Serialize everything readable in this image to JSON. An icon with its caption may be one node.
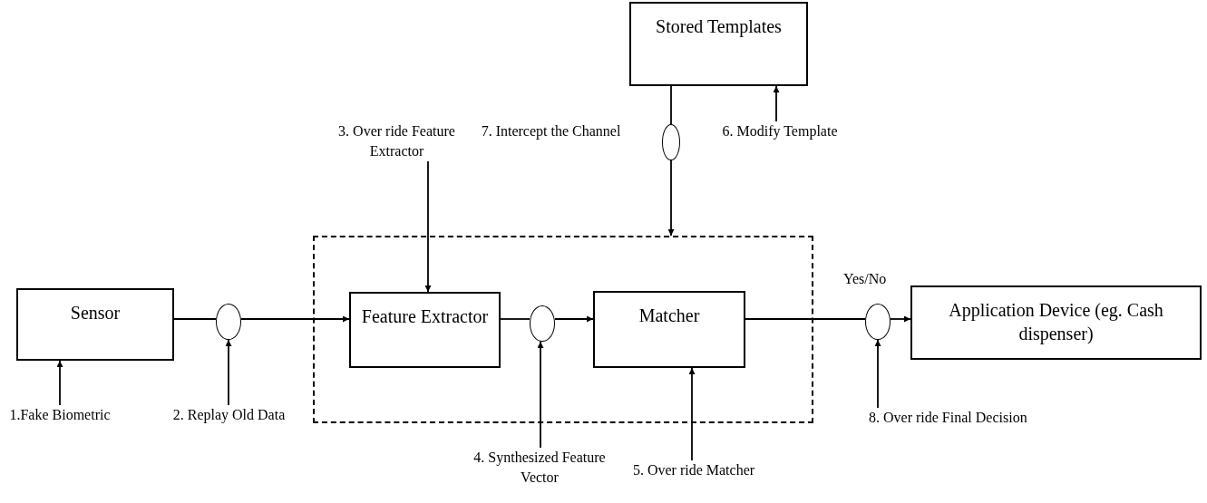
{
  "diagram": {
    "nodes": [
      {
        "text": [
          "Stored Templates"
        ]
      },
      {
        "text": [
          "3. Over ride Feature Extractor"
        ]
      },
      {
        "text": [
          "6. Modify Template"
        ]
      },
      {
        "text": [],
        "shape": "circle"
      },
      {
        "text": [],
        "shape": "box"
      },
      {
        "text": [
          "Sensor"
        ]
      },
      {
        "text": [],
        "shape": "circle"
      },
      {
        "text": [
          "Feature Extractor"
        ],
        "in": 4
      },
      {
        "text": [],
        "shape": "circle",
        "in": 4
      },
      {
        "text": [
          "Matcher"
        ],
        "in": 4
      },
      {
        "text": [],
        "shape": "circle"
      },
      {
        "text": [
          "Application Device (eg. Cash dispenser)"
        ]
      },
      {
        "text": [
          "1.Fake Biometric"
        ]
      },
      {
        "text": [
          "2. Replay Old Data"
        ]
      },
      {
        "text": [
          "4. Synthesized Feature Vector"
        ]
      },
      {
        "text": [
          "5. Over ride Matcher"
        ]
      },
      {
        "text": [
          "8. Over ride Final Decision"
        ]
      }
    ],
    "edges": [
      {
        "from": 0,
        "to": 3,
        "arrow": "none"
      },
      {
        "from": 3,
        "to": 4,
        "arrow": "to"
      },
      {
        "from": 2,
        "to": 0,
        "arrow": "to"
      },
      {
        "from": 1,
        "to": 7,
        "arrow": "to"
      },
      {
        "from": 5,
        "to": 6,
        "arrow": "none"
      },
      {
        "from": 6,
        "to": 7,
        "arrow": "to"
      },
      {
        "from": 7,
        "to": 8,
        "arrow": "none"
      },
      {
        "from": 8,
        "to": 9,
        "arrow": "to"
      },
      {
        "from": 9,
        "to": 10,
        "arrow": "none"
      },
      {
        "from": 10,
        "to": 11,
        "arrow": "to",
        "label": "Yes/No"
      },
      {
        "from": 12,
        "to": 5,
        "arrow": "to"
      },
      {
        "from": 13,
        "to": 6,
        "arrow": "to"
      },
      {
        "from": 14,
        "to": 8,
        "arrow": "to"
      },
      {
        "from": 15,
        "to": 9,
        "arrow": "to"
      },
      {
        "from": 16,
        "to": 10,
        "arrow": "to"
      }
    ],
    "labels": [
      "7. Intercept the Channel"
    ]
  }
}
